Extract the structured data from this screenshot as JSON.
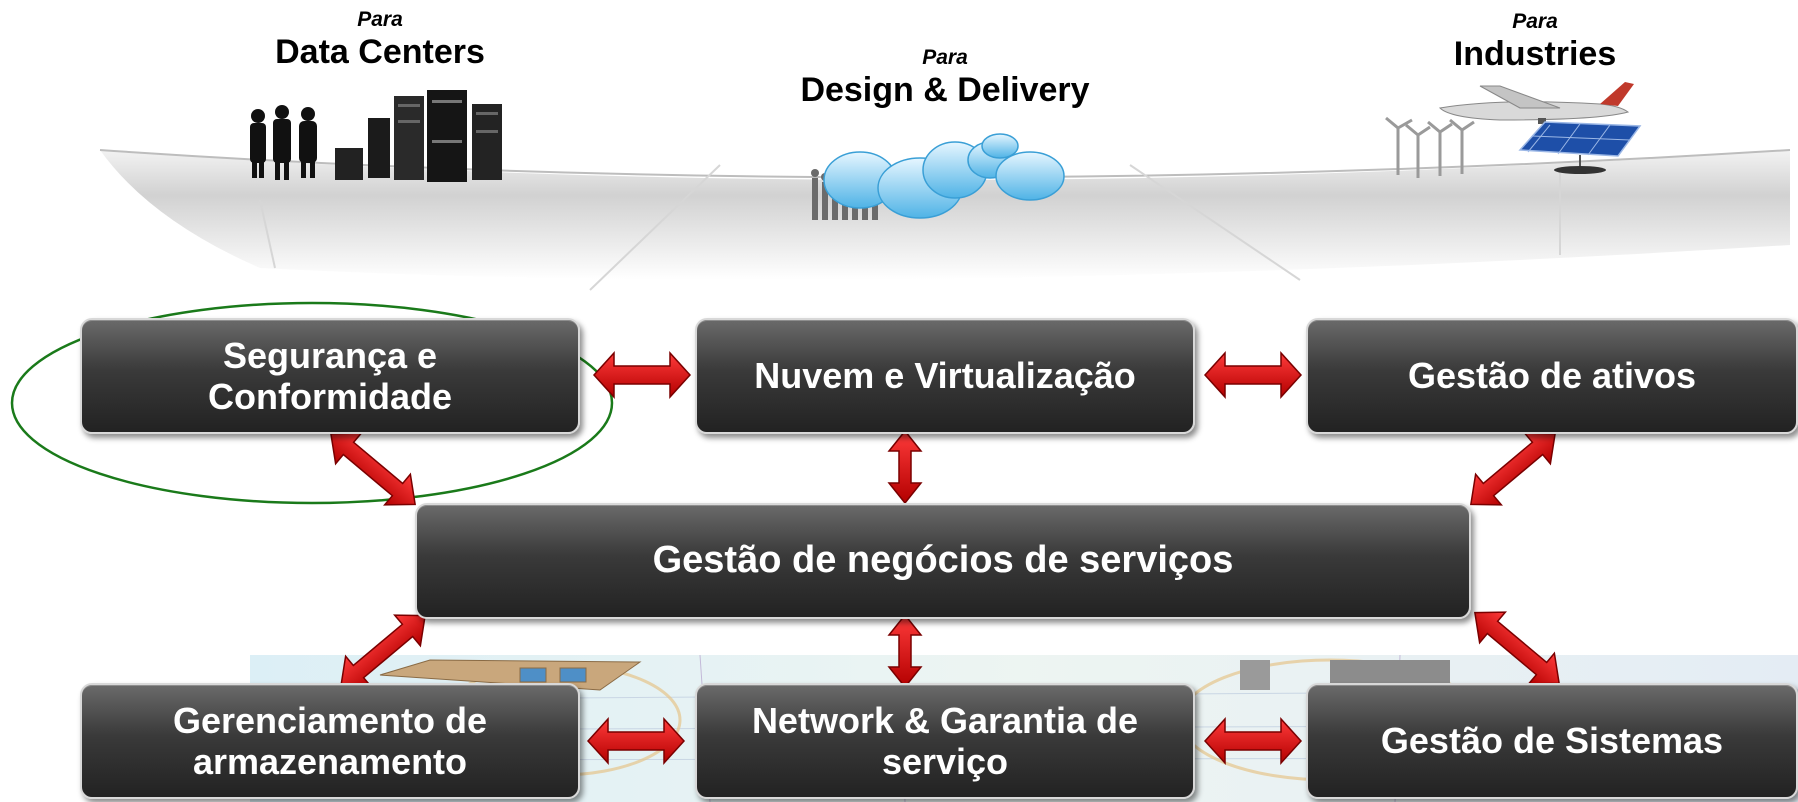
{
  "headers": [
    {
      "prefix": "Para",
      "name": "Data Centers"
    },
    {
      "prefix": "Para",
      "name": "Design & Delivery"
    },
    {
      "prefix": "Para",
      "name": "Industries"
    }
  ],
  "boxes": {
    "security": "Segurança e Conformidade",
    "cloud": "Nuvem e Virtualização",
    "assets": "Gestão de ativos",
    "business": "Gestão de negócios de serviços",
    "storage": "Gerenciamento de armazenamento",
    "network": "Network & Garantia de serviço",
    "systems": "Gestão de Sistemas"
  },
  "colors": {
    "box_fill": "#333333",
    "box_border": "#d8d8d8",
    "arrow": "#cc0000",
    "highlight_ellipse": "#1a7a1a",
    "platform": "#c8c8c8"
  }
}
